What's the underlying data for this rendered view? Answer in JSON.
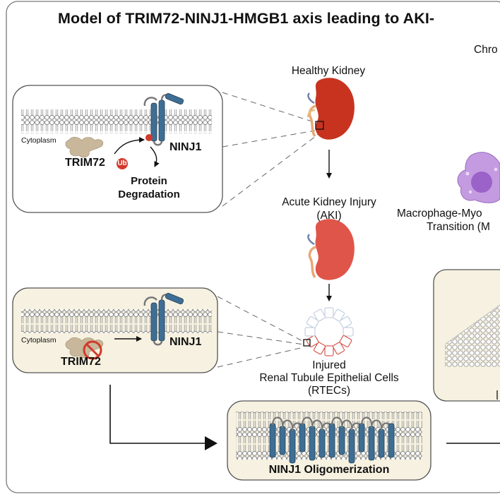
{
  "title": "Model of TRIM72-NINJ1-HMGB1 axis leading to AKI-",
  "labels": {
    "healthy_kidney": "Healthy Kidney",
    "aki_line1": "Acute Kidney Injury",
    "aki_line2": "(AKI)",
    "injured_line1": "Injured",
    "injured_line2": "Renal Tubule Epithelial Cells",
    "injured_line3": "(RTECs)",
    "chro": "Chro",
    "mmt_line1": "Macrophage-Myo",
    "mmt_line2": "Transition (M",
    "oligomerization": "NINJ1 Oligomerization"
  },
  "panel_top": {
    "cytoplasm": "Cytoplasm",
    "trim72": "TRIM72",
    "ub": "Ub",
    "ninj1": "NINJ1",
    "degradation_line1": "Protein",
    "degradation_line2": "Degradation"
  },
  "panel_bottom": {
    "cytoplasm": "Cytoplasm",
    "trim72": "TRIM72",
    "ninj1": "NINJ1"
  },
  "colors": {
    "kidney_healthy": "#c8331f",
    "kidney_injured": "#e0554a",
    "ub_red": "#d23a2c",
    "ninj1_blue": "#3e6e94",
    "panel_fill": "#f6f1e0",
    "membrane_grey": "#8f8f8f",
    "macrophage_purple": "#b98ad6"
  },
  "icons": [
    "kidney-icon",
    "macrophage-icon",
    "tubule-ring-icon",
    "prohibited-icon"
  ]
}
